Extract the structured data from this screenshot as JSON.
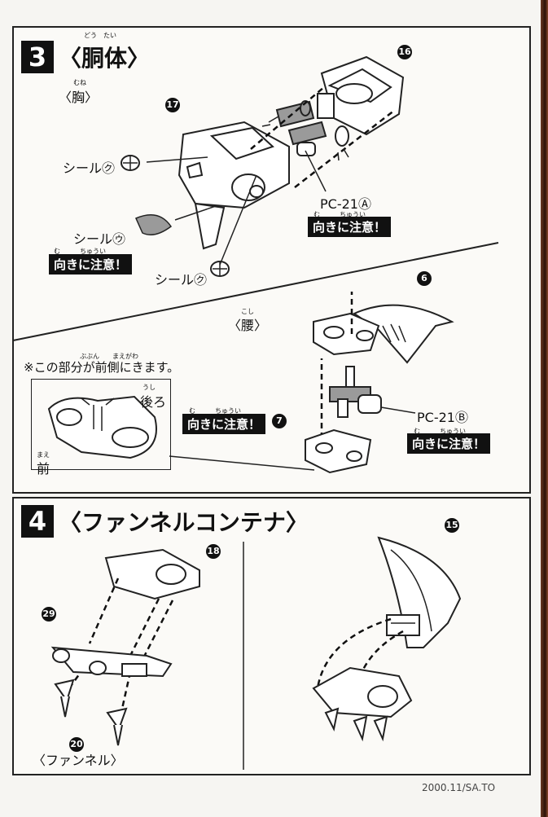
{
  "step3": {
    "number": "3",
    "title": "〈胴体〉",
    "title_ruby": "どう　たい",
    "chest": {
      "label": "〈胸〉",
      "ruby": "むね"
    },
    "waist": {
      "label": "〈腰〉",
      "ruby": "こし"
    },
    "seal_ku_1": "シール㋗",
    "seal_u": "シール㋒",
    "seal_ku_2": "シール㋗",
    "pc21a": "PC-21Ⓐ",
    "pc21b": "PC-21Ⓑ",
    "caution": "向きに注意！",
    "caution_ruby": "む　　　ちゅうい",
    "parts": {
      "p16": "16",
      "p17": "17",
      "p6": "6",
      "p7": "7"
    },
    "note": "※この部分が前側にきます。",
    "note_ruby": "ぶぶん　　まえがわ",
    "back_label": "後ろ",
    "back_ruby": "うし",
    "front_label": "前",
    "front_ruby": "まえ"
  },
  "step4": {
    "number": "4",
    "title": "〈ファンネルコンテナ〉",
    "parts": {
      "p15": "15",
      "p18": "18",
      "p29": "29",
      "p20": "20"
    },
    "funnel_label": "〈ファンネル〉"
  },
  "footer": "2000.11/SA.TO"
}
